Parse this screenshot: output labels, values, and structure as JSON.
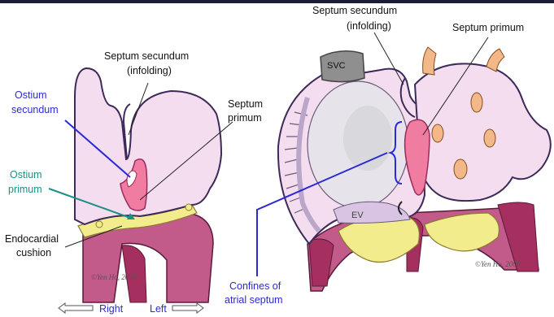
{
  "colors": {
    "chamber": "#f3ddef",
    "chamber_stroke": "#3d2a5a",
    "septum_primum": "#f07ca2",
    "cushion": "#f2ec8c",
    "myocardium": "#c25a8a",
    "myocardium_dark": "#a52f5e",
    "ostium_secundum": "#2b2bd6",
    "ostium_primum": "#1e8f86",
    "confines": "#2b2bd6",
    "pulmonary_veins": "#f3b887",
    "label_text": "#111111"
  },
  "left_figure": {
    "septum_secundum_line1": "Septum  secundum",
    "septum_secundum_line2": "(infolding)",
    "ostium_secundum_line1": "Ostium",
    "ostium_secundum_line2": "secundum",
    "septum_primum_line1": "Septum",
    "septum_primum_line2": "primum",
    "ostium_primum_line1": "Ostium",
    "ostium_primum_line2": "primum",
    "endocardial_line1": "Endocardial",
    "endocardial_line2": "cushion",
    "credit": "©Yen Ho, 2000",
    "right_label": "Right",
    "left_label": "Left"
  },
  "right_figure": {
    "septum_secundum_line1": "Septum  secundum",
    "septum_secundum_line2": "(infolding)",
    "septum_primum": "Septum primum",
    "svc": "SVC",
    "ev": "EV",
    "confines_line1": "Confines of",
    "confines_line2": "atrial septum",
    "credit": "©Yen Ho, 2000"
  }
}
